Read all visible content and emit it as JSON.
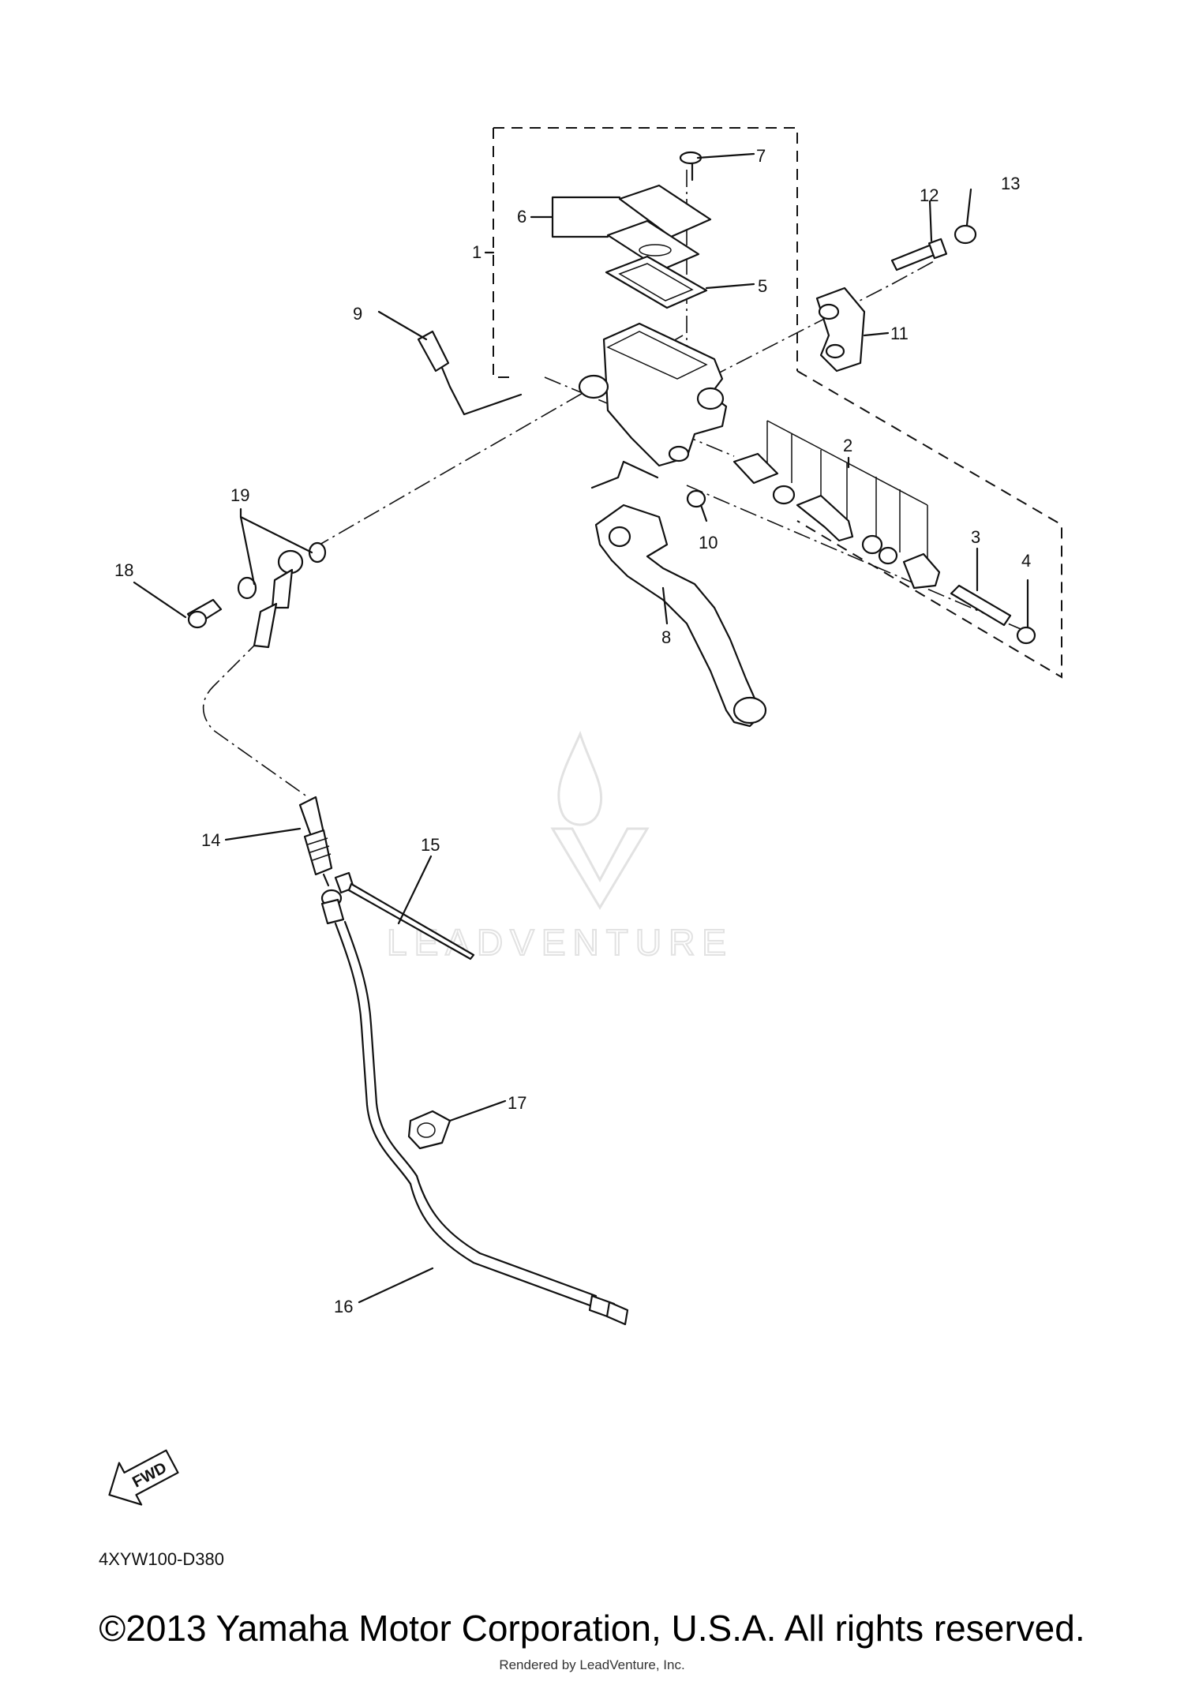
{
  "callouts": [
    {
      "id": "1",
      "label": "1"
    },
    {
      "id": "2",
      "label": "2"
    },
    {
      "id": "3",
      "label": "3"
    },
    {
      "id": "4",
      "label": "4"
    },
    {
      "id": "5",
      "label": "5"
    },
    {
      "id": "6",
      "label": "6"
    },
    {
      "id": "7",
      "label": "7"
    },
    {
      "id": "8",
      "label": "8"
    },
    {
      "id": "9",
      "label": "9"
    },
    {
      "id": "10",
      "label": "10"
    },
    {
      "id": "11",
      "label": "11"
    },
    {
      "id": "12",
      "label": "12"
    },
    {
      "id": "13",
      "label": "13"
    },
    {
      "id": "14",
      "label": "14"
    },
    {
      "id": "15",
      "label": "15"
    },
    {
      "id": "16",
      "label": "16"
    },
    {
      "id": "17",
      "label": "17"
    },
    {
      "id": "18",
      "label": "18"
    },
    {
      "id": "19",
      "label": "19"
    }
  ],
  "fwd_badge": "FWD",
  "drawing_code": "4XYW100-D380",
  "watermark": "LEADVENTURE",
  "copyright": "©2013 Yamaha Motor Corporation, U.S.A. All rights reserved.",
  "rendered_by": "Rendered by LeadVenture, Inc.",
  "colors": {
    "line": "#111111",
    "background": "#ffffff",
    "watermark": "#e2e2e2"
  }
}
